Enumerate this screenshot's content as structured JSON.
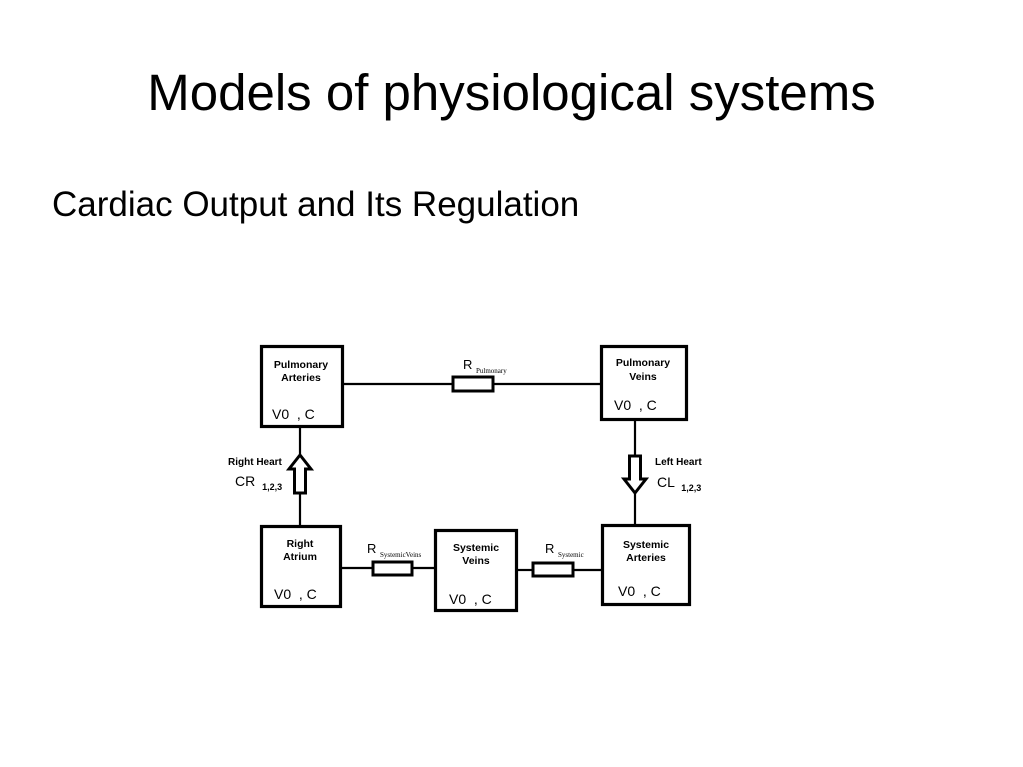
{
  "slide": {
    "title": "Models of physiological systems",
    "subtitle": "Cardiac Output and Its Regulation"
  },
  "diagram": {
    "compartments": {
      "pulmonary_arteries": {
        "line1": "Pulmonary",
        "line2": "Arteries",
        "params": "V0  , C"
      },
      "pulmonary_veins": {
        "line1": "Pulmonary",
        "line2": "Veins",
        "params": "V0  , C"
      },
      "right_atrium": {
        "line1": "Right",
        "line2": "Atrium",
        "params": "V0  , C"
      },
      "systemic_veins": {
        "line1": "Systemic",
        "line2": "Veins",
        "params": "V0  , C"
      },
      "systemic_arteries": {
        "line1": "Systemic",
        "line2": "Arteries",
        "params": "V0  , C"
      }
    },
    "resistors": {
      "pulmonary": {
        "symbol": "R",
        "subscript": "Pulmonary"
      },
      "systemic_veins": {
        "symbol": "R",
        "subscript": "SystemicVeins"
      },
      "systemic": {
        "symbol": "R",
        "subscript": "Systemic"
      }
    },
    "pumps": {
      "right_heart": {
        "label": "Right Heart",
        "symbol": "CR",
        "subscript": "1,2,3"
      },
      "left_heart": {
        "label": "Left Heart",
        "symbol": "CL",
        "subscript": "1,2,3"
      }
    }
  }
}
